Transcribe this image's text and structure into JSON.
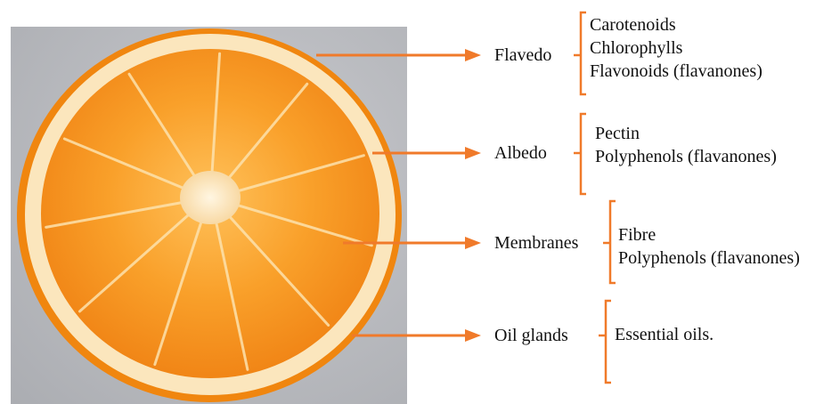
{
  "colors": {
    "arrow": "#f07a2a",
    "bracket": "#f07a2a",
    "photo_bg": "#b7b9be",
    "flavedo": "#f28a14",
    "albedo": "#fbe3b6",
    "pulp": "#f5901c"
  },
  "parts": [
    {
      "name": "Flavedo",
      "compounds": [
        "Carotenoids",
        "Chlorophylls",
        "Flavonoids (flavanones)"
      ]
    },
    {
      "name": "Albedo",
      "compounds": [
        "Pectin",
        "Polyphenols (flavanones)"
      ]
    },
    {
      "name": "Membranes",
      "compounds": [
        "Fibre",
        "Polyphenols (flavanones)"
      ]
    },
    {
      "name": "Oil glands",
      "compounds": [
        "Essential oils."
      ]
    }
  ]
}
